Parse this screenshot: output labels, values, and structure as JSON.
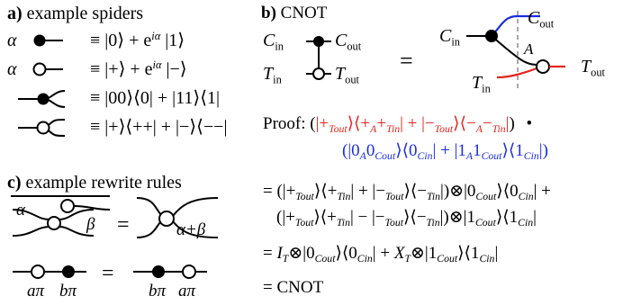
{
  "panel_a": {
    "letter": "a)",
    "title": "example spiders",
    "rows": [
      {
        "label": "α",
        "eq": "≡ |0⟩ + e",
        "sup": "iα",
        "tail": " |1⟩"
      },
      {
        "label": "α",
        "eq": "≡ |+⟩ + e",
        "sup": "iα",
        "tail": " |−⟩"
      },
      {
        "label": "",
        "eq": "≡ |00⟩⟨0| + |11⟩⟨1|",
        "sup": "",
        "tail": ""
      },
      {
        "label": "",
        "eq": "≡ |+⟩⟨++| + |−⟩⟨−−|",
        "sup": "",
        "tail": ""
      }
    ]
  },
  "panel_b": {
    "letter": "b)",
    "title": "CNOT",
    "labels": {
      "c": "C",
      "in": "in",
      "out": "out",
      "t": "T",
      "a": "A",
      "equals": "="
    },
    "proof": {
      "prefix": "Proof: (",
      "red": [
        "|+",
        "Tout",
        "⟩⟨+",
        "A",
        "+",
        "Tin",
        "| + |−",
        "Tout",
        "⟩⟨−",
        "A",
        "−",
        "Tin",
        "|"
      ],
      "close": ")",
      "dot": "•",
      "blue": [
        "(|0",
        "A",
        "0",
        "Cout",
        "⟩⟨0",
        "Cin",
        "| + |1",
        "A",
        "1",
        "Cout",
        "⟩⟨1",
        "Cin",
        "|)"
      ]
    },
    "lines": [
      "= (|+",
      "(|+",
      "= I",
      "= CNOT"
    ]
  },
  "panel_c": {
    "letter": "c)",
    "title": "example rewrite rules",
    "alpha": "α",
    "beta": "β",
    "alpha_plus_beta": "α+β",
    "equals": "=",
    "a_pi": "aπ",
    "b_pi": "bπ"
  },
  "colors": {
    "red": "#e3261f",
    "blue": "#1a2de0",
    "grey": "#a8a8a8",
    "black": "#000000"
  }
}
